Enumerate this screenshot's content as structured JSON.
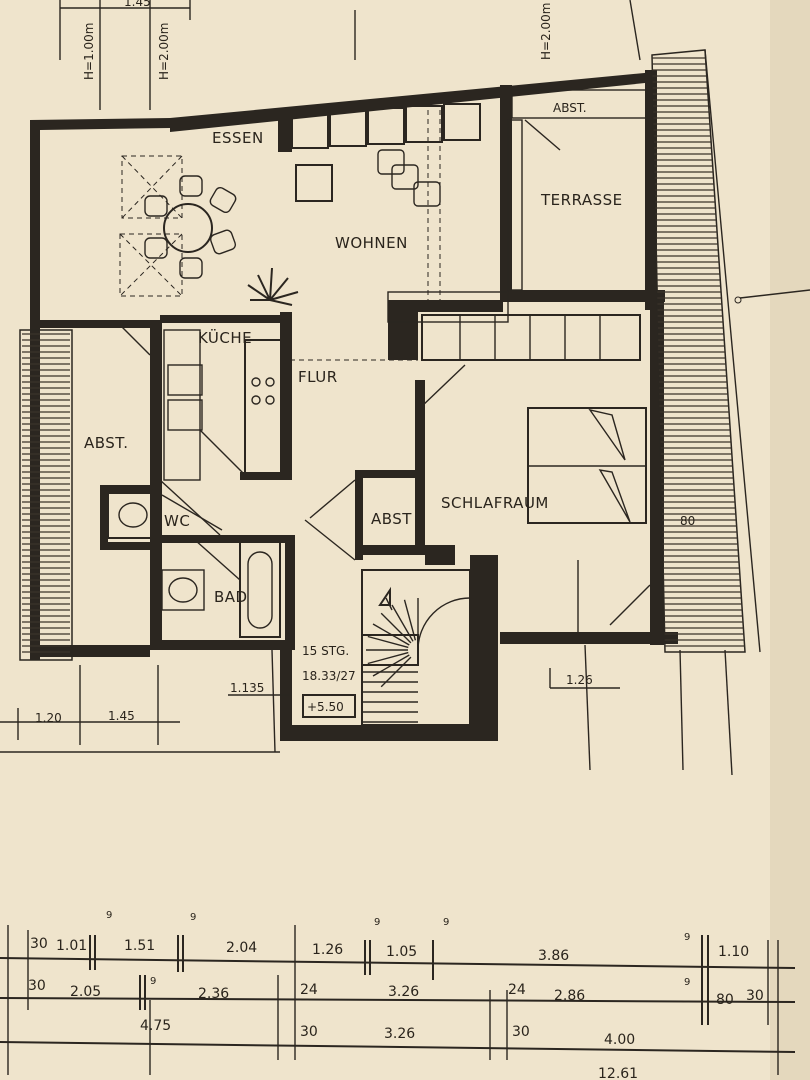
{
  "rooms": {
    "essen": "ESSEN",
    "wohnen": "WOHNEN",
    "terrasse": "TERRASSE",
    "kueche": "KÜCHE",
    "flur": "FLUR",
    "abst_left": "ABST.",
    "abst_top": "ABST.",
    "abst_mid": "ABST",
    "wc": "WC",
    "bad": "BAD",
    "schlafraum": "SCHLAFRAUM"
  },
  "notes": {
    "window_h1": "H=1.00m",
    "window_h2": "H=2.00m",
    "window_h3": "H=2.00m",
    "top_dim": "1.45",
    "stairs_line1": "15 STG.",
    "stairs_line2": "18.33/27",
    "stairs_level": "+5.50",
    "stairs_side": "1.135",
    "terrace_side": "80",
    "bottom_left_1": "1.20",
    "bottom_left_2": "1.45",
    "bottom_right": "1.26"
  },
  "dimensions": {
    "row1": [
      "30",
      "1.01",
      "9",
      "1.51",
      "9",
      "2.04",
      "1.26",
      "9",
      "1.05",
      "9",
      "3.86",
      "9",
      "1.10"
    ],
    "row2": [
      "30",
      "2.05",
      "9",
      "2.36",
      "24",
      "3.26",
      "24",
      "2.86",
      "9",
      "80",
      "30"
    ],
    "row3": [
      "4.75",
      "30",
      "3.26",
      "30",
      "4.00"
    ],
    "total": "12.61"
  }
}
